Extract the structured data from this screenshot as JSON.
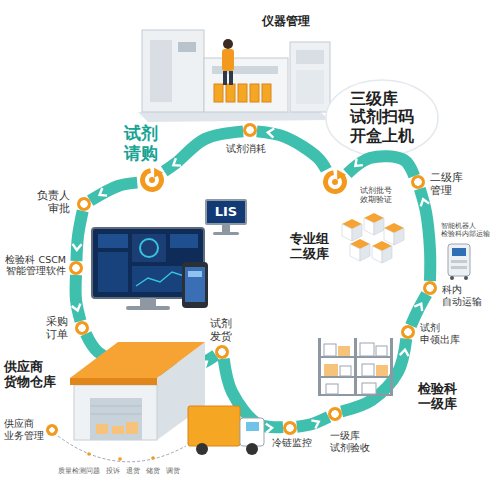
{
  "diagram": {
    "nodes": [
      {
        "text": [
          "试剂 请购"
        ]
      },
      {
        "text": [
          "负责人 审批"
        ]
      },
      {
        "text": [
          "检验科 CSCM 智能管理软件"
        ]
      },
      {
        "text": [
          "采购 订单"
        ]
      },
      {
        "text": [
          "试剂 发货"
        ]
      },
      {
        "text": [
          "冷链监控"
        ]
      },
      {
        "text": [
          "一级库 试剂验收"
        ]
      },
      {
        "text": [
          "试剂 申领出库"
        ]
      },
      {
        "text": [
          "科内 自动运输"
        ]
      },
      {
        "text": [
          "二级库 管理"
        ]
      },
      {
        "text": [
          "三级库 试剂扫码 开盒上机"
        ]
      },
      {
        "text": [
          "试剂消耗"
        ]
      },
      {
        "text": [
          "供应商 业务管理"
        ]
      },
      {
        "text": [
          "LIS"
        ]
      }
    ],
    "edges": [
      {
        "from": 0,
        "to": 1,
        "arrow": "to"
      },
      {
        "from": 1,
        "to": 2,
        "arrow": "to"
      },
      {
        "from": 2,
        "to": 3,
        "arrow": "to"
      },
      {
        "from": 3,
        "to": 4,
        "arrow": "to"
      },
      {
        "from": 4,
        "to": 5,
        "arrow": "to"
      },
      {
        "from": 5,
        "to": 6,
        "arrow": "to"
      },
      {
        "from": 6,
        "to": 7,
        "arrow": "to"
      },
      {
        "from": 7,
        "to": 8,
        "arrow": "to"
      },
      {
        "from": 8,
        "to": 9,
        "arrow": "to"
      },
      {
        "from": 9,
        "to": 10,
        "arrow": "to"
      },
      {
        "from": 10,
        "to": 11,
        "arrow": "to"
      },
      {
        "from": 11,
        "to": 0,
        "arrow": "to"
      }
    ],
    "labels": [
      "仪器管理",
      "专业组 二级库",
      "检验科 一级库",
      "供应商 货物仓库",
      "试剂批号 效期验证",
      "智能机器人 检验科内部运输",
      "质量检测问题",
      "投诉",
      "退货",
      "储货",
      "调货"
    ]
  }
}
